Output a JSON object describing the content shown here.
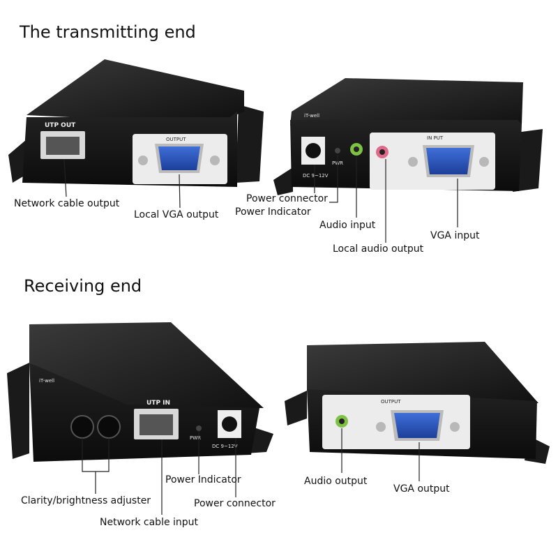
{
  "sections": {
    "transmitting_title": "The transmitting end",
    "receiving_title": "Receiving end"
  },
  "device_markings": {
    "utp_out": "UTP OUT",
    "output": "OUTPUT",
    "input": "IN PUT",
    "utp_in": "UTP IN",
    "pwr": "PWR",
    "dc": "DC 9~12V",
    "brand": "iT-well"
  },
  "callouts": {
    "network_cable_output": "Network cable output",
    "local_vga_output": "Local VGA output",
    "power_connector_tx": "Power connector",
    "power_indicator_tx": "Power Indicator",
    "audio_input": "Audio input",
    "local_audio_output": "Local audio output",
    "vga_input": "VGA input",
    "power_indicator_rx": "Power Indicator",
    "clarity_brightness": "Clarity/brightness adjuster",
    "network_cable_input": "Network cable input",
    "power_connector_rx": "Power connector",
    "audio_output": "Audio output",
    "vga_output": "VGA output"
  }
}
